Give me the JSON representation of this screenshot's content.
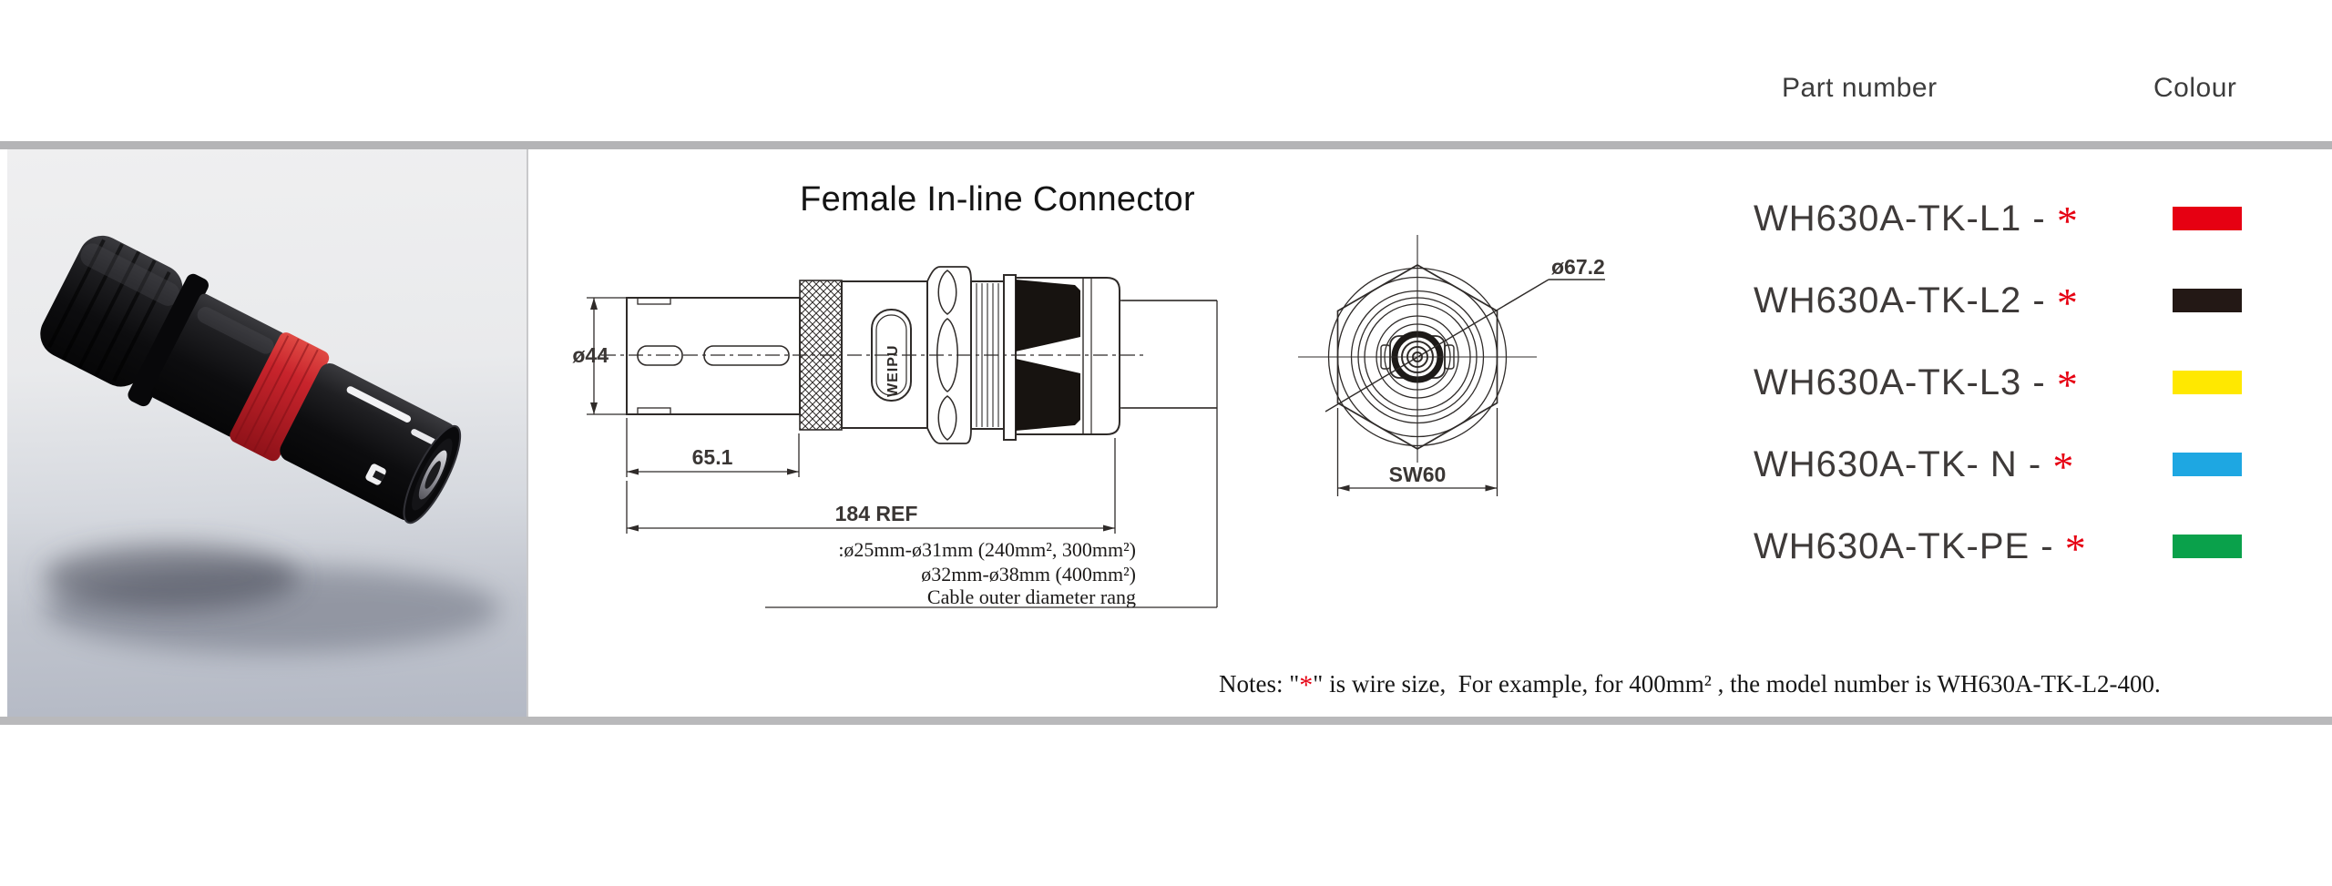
{
  "title": "Female In-line Connector",
  "header": {
    "part_number": "Part number",
    "colour": "Colour"
  },
  "wire_size_marker": "*",
  "accent_red": "#e60012",
  "parts": [
    {
      "number": "WH630A-TK-L1 - ",
      "colour_name": "red",
      "colour_hex": "#e60012"
    },
    {
      "number": "WH630A-TK-L2 - ",
      "colour_name": "black",
      "colour_hex": "#231815"
    },
    {
      "number": "WH630A-TK-L3 - ",
      "colour_name": "yellow",
      "colour_hex": "#ffe800"
    },
    {
      "number": "WH630A-TK- N - ",
      "colour_name": "blue",
      "colour_hex": "#1ea7e2"
    },
    {
      "number": "WH630A-TK-PE - ",
      "colour_name": "green",
      "colour_hex": "#0aa14b"
    }
  ],
  "drawing": {
    "side": {
      "dia": "ø44",
      "front_len": "65.1",
      "total_len": "184 REF",
      "logo": "WEIPU",
      "cable_note1": ":ø25mm-ø31mm (240mm², 300mm²)",
      "cable_note2": "ø32mm-ø38mm (400mm²)",
      "cable_note3": "Cable outer diameter rang"
    },
    "front": {
      "outer_dia": "ø67.2",
      "wrench": "SW60"
    }
  },
  "notes": {
    "label": "Notes: ",
    "open_quote": "\"",
    "close_quote": "\"",
    "body": " is wire size,  For example, for 400mm² , the model number is WH630A-TK-L2-400."
  }
}
